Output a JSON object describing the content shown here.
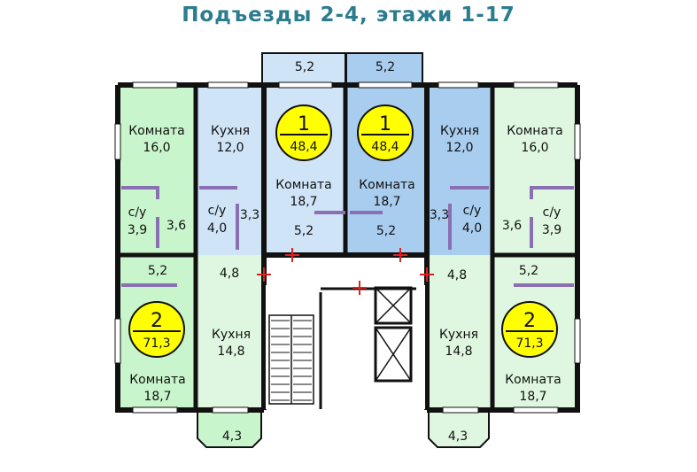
{
  "title": "Подъезды 2-4, этажи 1-17",
  "colors": {
    "green": "#c9f5cc",
    "light_green": "#dff7e0",
    "light_blue": "#cfe4f7",
    "blue": "#a9cdef",
    "wall": "#111111",
    "partition": "#8a6fb3",
    "badge": "#ffff00",
    "door": "#e02020"
  },
  "apartments": [
    {
      "rooms": "1",
      "area": "48,4"
    },
    {
      "rooms": "1",
      "area": "48,4"
    },
    {
      "rooms": "2",
      "area": "71,3"
    },
    {
      "rooms": "2",
      "area": "71,3"
    }
  ],
  "labels": {
    "balcony_top_left": "5,2",
    "balcony_top_right": "5,2",
    "room_left_top_name": "Комната",
    "room_left_top_area": "16,0",
    "kitchen_left_top_name": "Кухня",
    "kitchen_left_top_area": "12,0",
    "room_mid_left_name": "Комната",
    "room_mid_left_area": "18,7",
    "room_mid_right_name": "Комната",
    "room_mid_right_area": "18,7",
    "kitchen_right_top_name": "Кухня",
    "kitchen_right_top_area": "12,0",
    "room_right_top_name": "Комната",
    "room_right_top_area": "16,0",
    "wc_label": "с/у",
    "wc_ll_area": "3,9",
    "bath_ll_area": "3,6",
    "wc_l_area": "4,0",
    "bath_l_area": "3,3",
    "hall_ml_area": "5,2",
    "hall_mr_area": "5,2",
    "bath_r_area": "3,3",
    "wc_r_area": "4,0",
    "bath_rr_area": "3,6",
    "wc_rr_area": "3,9",
    "hall_left_area": "5,2",
    "hall_left2_area": "4,8",
    "hall_right2_area": "4,8",
    "hall_right_area": "5,2",
    "kitchen_left_bottom_name": "Кухня",
    "kitchen_left_bottom_area": "14,8",
    "kitchen_right_bottom_name": "Кухня",
    "kitchen_right_bottom_area": "14,8",
    "room_left_bottom_name": "Комната",
    "room_left_bottom_area": "18,7",
    "room_right_bottom_name": "Комната",
    "room_right_bottom_area": "18,7",
    "balcony_bottom_left": "4,3",
    "balcony_bottom_right": "4,3"
  }
}
